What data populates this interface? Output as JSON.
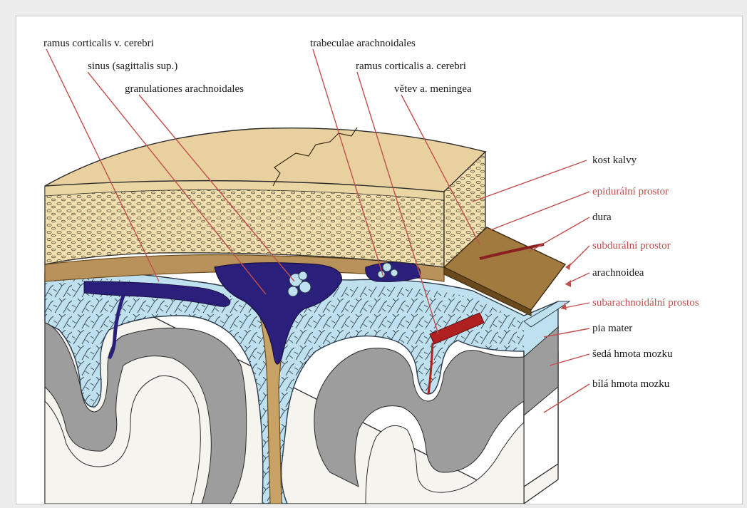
{
  "colors": {
    "page_bg": "#ececec",
    "panel_bg": "#ffffff",
    "bone_top": "#e8d19f",
    "bone_side": "#f1dfaf",
    "bone_texture": "#5a4a30",
    "dura": "#b8925a",
    "dura_dark": "#7a5a2a",
    "sinus": "#2a1f7a",
    "csf": "#bfe0ef",
    "csf_line": "#2a3a4a",
    "gray_matter": "#9d9d9d",
    "white_matter": "#f6f4ef",
    "leader_line": "#c0504d",
    "artery": "#b02020"
  },
  "labels_top": [
    {
      "id": "ramus-corticalis-v-cerebri",
      "text": "ramus corticalis v. cerebri"
    },
    {
      "id": "sinus-sagittalis-sup",
      "text": "sinus (sagittalis sup.)"
    },
    {
      "id": "granulationes-arachnoidales",
      "text": "granulationes arachnoidales"
    },
    {
      "id": "trabeculae-arachnoidales",
      "text": "trabeculae arachnoidales"
    },
    {
      "id": "ramus-corticalis-a-cerebri",
      "text": "ramus corticalis a. cerebri"
    },
    {
      "id": "vetev-a-meningea",
      "text": "větev a. meningea"
    }
  ],
  "labels_right": [
    {
      "id": "kost-kalvy",
      "text": "kost kalvy",
      "style": "dark"
    },
    {
      "id": "epiduralni-prostor",
      "text": "epidurální prostor",
      "style": "red"
    },
    {
      "id": "dura",
      "text": "dura",
      "style": "dark"
    },
    {
      "id": "subduralni-prostor",
      "text": "subdurální prostor",
      "style": "red"
    },
    {
      "id": "arachnoidea",
      "text": "arachnoidea",
      "style": "dark"
    },
    {
      "id": "subarachnoidalni-prostos",
      "text": "subarachnoidální prostos",
      "style": "red"
    },
    {
      "id": "pia-mater",
      "text": "pia mater",
      "style": "dark"
    },
    {
      "id": "seda-hmota-mozku",
      "text": "šedá hmota mozku",
      "style": "dark"
    },
    {
      "id": "bila-hmota-mozku",
      "text": "bílá hmota mozku",
      "style": "dark"
    }
  ]
}
